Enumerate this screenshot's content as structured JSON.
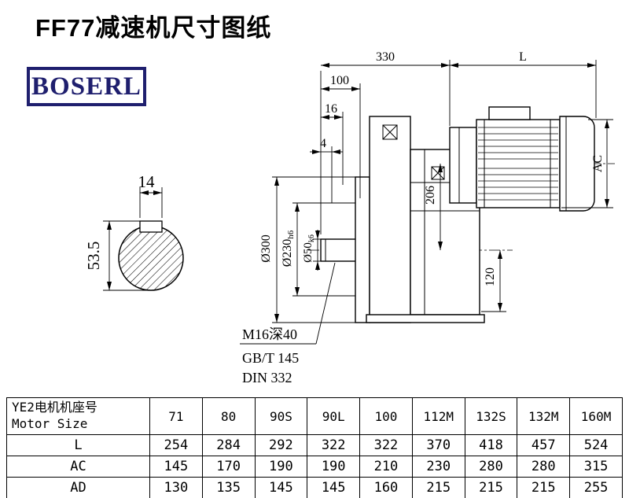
{
  "page": {
    "title": "FF77减速机尺寸图纸",
    "brand": "BOSERL"
  },
  "drawing": {
    "dims": {
      "top_width": "330",
      "motor_length": "L",
      "d100": "100",
      "d16": "16",
      "d4": "4",
      "ac": "AC",
      "d206": "206",
      "d120": "120",
      "flange_dia": "Ø300",
      "spigot_dia_main": "Ø230",
      "spigot_dia_sub": "h6",
      "shaft_dia_main": "Ø50",
      "shaft_dia_sub": "k6",
      "key_width": "14",
      "section_height": "53.5"
    },
    "notes": {
      "tap": "M16深40",
      "gb": "GB/T 145",
      "din": "DIN 332"
    }
  },
  "table": {
    "header": {
      "line1": "YE2电机机座号",
      "line2": "Motor Size"
    },
    "columns": [
      "71",
      "80",
      "90S",
      "90L",
      "100",
      "112M",
      "132S",
      "132M",
      "160M"
    ],
    "rows": [
      {
        "label": "L",
        "values": [
          "254",
          "284",
          "292",
          "322",
          "322",
          "370",
          "418",
          "457",
          "524"
        ]
      },
      {
        "label": "AC",
        "values": [
          "145",
          "170",
          "190",
          "190",
          "210",
          "230",
          "280",
          "280",
          "315"
        ]
      },
      {
        "label": "AD",
        "values": [
          "130",
          "135",
          "145",
          "145",
          "160",
          "215",
          "215",
          "215",
          "255"
        ]
      }
    ]
  }
}
